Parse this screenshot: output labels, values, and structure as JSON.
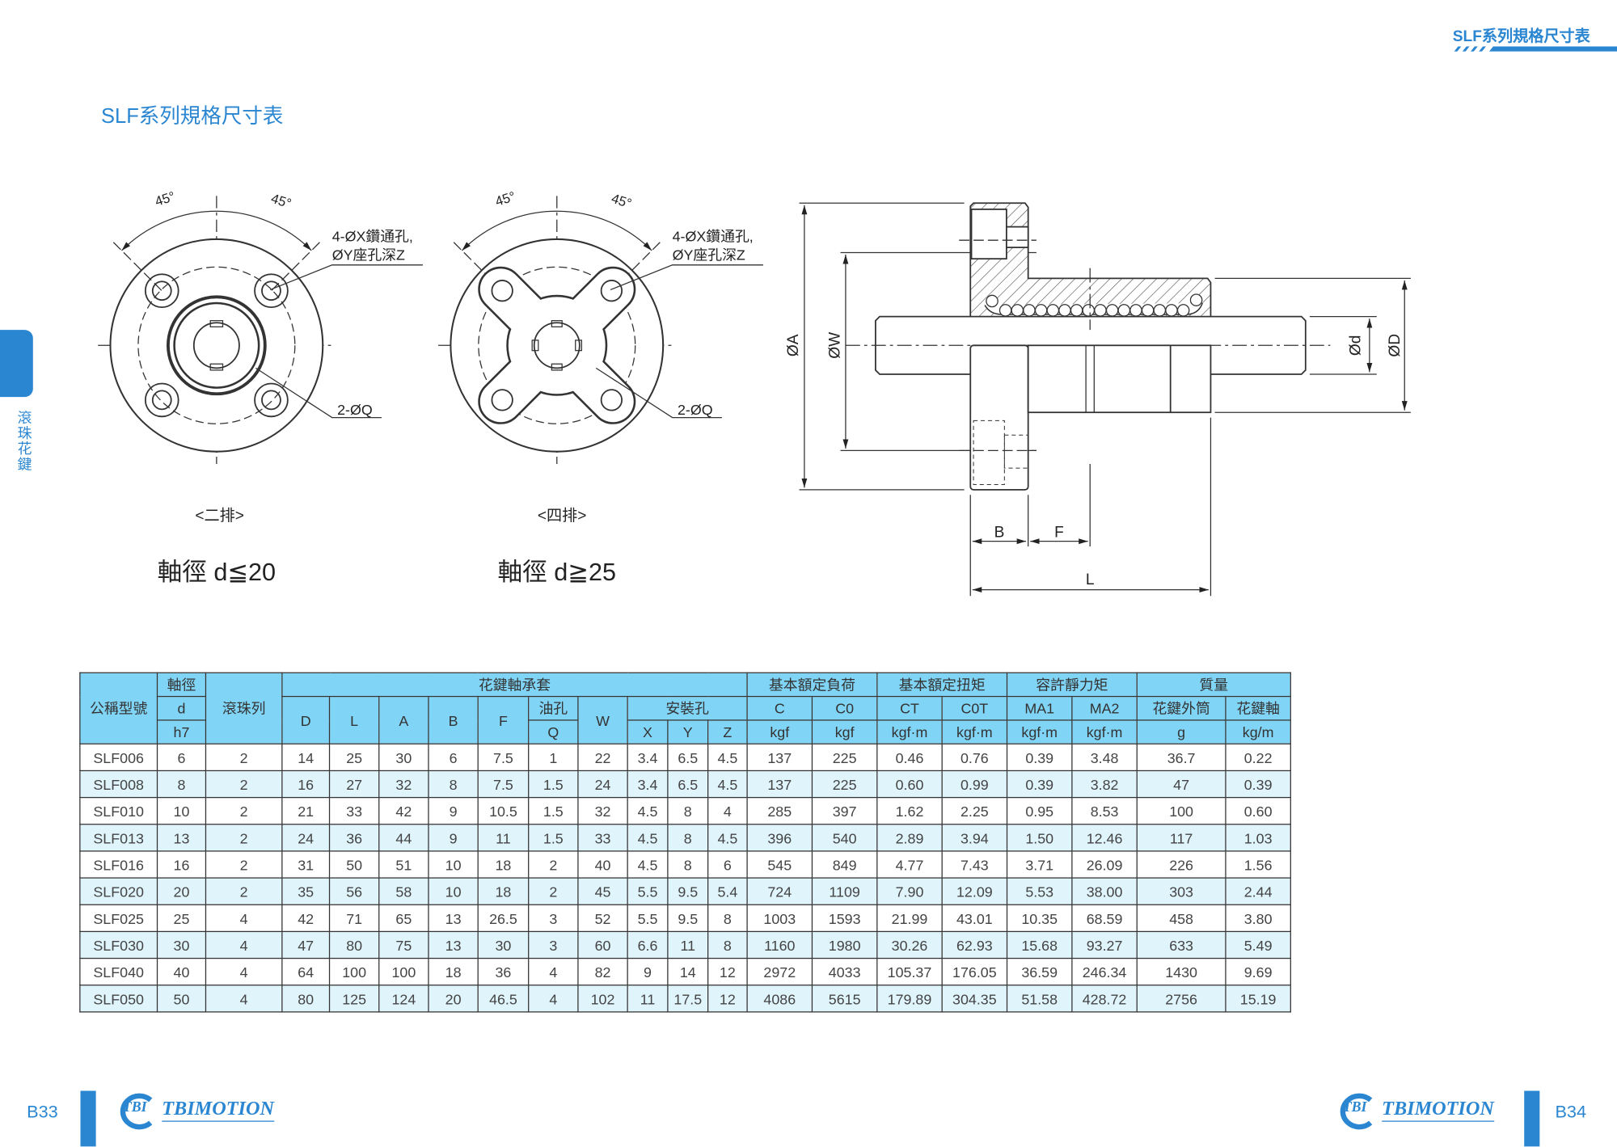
{
  "header": {
    "section_tag": "SLF系列規格尺寸表"
  },
  "title": "SLF系列規格尺寸表",
  "side_tab": {
    "label": "滾珠花鍵"
  },
  "drawings": {
    "two_row": {
      "angle_left": "45°",
      "angle_right": "45°",
      "hole_note_1": "4-ØX鑽通孔,",
      "hole_note_2": "ØY座孔深Z",
      "oil_note": "2-ØQ",
      "caption": "<二排>",
      "shaft_note": "軸徑  d≦20"
    },
    "four_row": {
      "angle_left": "45°",
      "angle_right": "45°",
      "hole_note_1": "4-ØX鑽通孔,",
      "hole_note_2": "ØY座孔深Z",
      "oil_note": "2-ØQ",
      "caption": "<四排>",
      "shaft_note": "軸徑  d≧25"
    },
    "side": {
      "dim_A": "ØA",
      "dim_W": "ØW",
      "dim_d": "Ød",
      "dim_D": "ØD",
      "dim_B": "B",
      "dim_F": "F",
      "dim_L": "L"
    }
  },
  "table": {
    "h": {
      "model": "公稱型號",
      "shaft_dia": "軸徑",
      "d": "d",
      "h7": "h7",
      "ball_rows": "滾珠列",
      "nut": "花鍵軸承套",
      "D": "D",
      "L": "L",
      "A": "A",
      "B": "B",
      "F": "F",
      "oil": "油孔",
      "Q": "Q",
      "W": "W",
      "mount": "安裝孔",
      "X": "X",
      "Y": "Y",
      "Z": "Z",
      "load": "基本額定負荷",
      "C": "C",
      "C0": "C0",
      "torque": "基本額定扭矩",
      "CT": "CT",
      "C0T": "C0T",
      "moment": "容許靜力矩",
      "MA1": "MA1",
      "MA2": "MA2",
      "mass": "質量",
      "outer": "花鍵外筒",
      "shaft": "花鍵軸",
      "kgf": "kgf",
      "kgfm": "kgf·m",
      "g": "g",
      "kgm": "kg/m"
    },
    "rows": [
      [
        "SLF006",
        "6",
        "2",
        "14",
        "25",
        "30",
        "6",
        "7.5",
        "1",
        "22",
        "3.4",
        "6.5",
        "4.5",
        "137",
        "225",
        "0.46",
        "0.76",
        "0.39",
        "3.48",
        "36.7",
        "0.22"
      ],
      [
        "SLF008",
        "8",
        "2",
        "16",
        "27",
        "32",
        "8",
        "7.5",
        "1.5",
        "24",
        "3.4",
        "6.5",
        "4.5",
        "137",
        "225",
        "0.60",
        "0.99",
        "0.39",
        "3.82",
        "47",
        "0.39"
      ],
      [
        "SLF010",
        "10",
        "2",
        "21",
        "33",
        "42",
        "9",
        "10.5",
        "1.5",
        "32",
        "4.5",
        "8",
        "4",
        "285",
        "397",
        "1.62",
        "2.25",
        "0.95",
        "8.53",
        "100",
        "0.60"
      ],
      [
        "SLF013",
        "13",
        "2",
        "24",
        "36",
        "44",
        "9",
        "11",
        "1.5",
        "33",
        "4.5",
        "8",
        "4.5",
        "396",
        "540",
        "2.89",
        "3.94",
        "1.50",
        "12.46",
        "117",
        "1.03"
      ],
      [
        "SLF016",
        "16",
        "2",
        "31",
        "50",
        "51",
        "10",
        "18",
        "2",
        "40",
        "4.5",
        "8",
        "6",
        "545",
        "849",
        "4.77",
        "7.43",
        "3.71",
        "26.09",
        "226",
        "1.56"
      ],
      [
        "SLF020",
        "20",
        "2",
        "35",
        "56",
        "58",
        "10",
        "18",
        "2",
        "45",
        "5.5",
        "9.5",
        "5.4",
        "724",
        "1109",
        "7.90",
        "12.09",
        "5.53",
        "38.00",
        "303",
        "2.44"
      ],
      [
        "SLF025",
        "25",
        "4",
        "42",
        "71",
        "65",
        "13",
        "26.5",
        "3",
        "52",
        "5.5",
        "9.5",
        "8",
        "1003",
        "1593",
        "21.99",
        "43.01",
        "10.35",
        "68.59",
        "458",
        "3.80"
      ],
      [
        "SLF030",
        "30",
        "4",
        "47",
        "80",
        "75",
        "13",
        "30",
        "3",
        "60",
        "6.6",
        "11",
        "8",
        "1160",
        "1980",
        "30.26",
        "62.93",
        "15.68",
        "93.27",
        "633",
        "5.49"
      ],
      [
        "SLF040",
        "40",
        "4",
        "64",
        "100",
        "100",
        "18",
        "36",
        "4",
        "82",
        "9",
        "14",
        "12",
        "2972",
        "4033",
        "105.37",
        "176.05",
        "36.59",
        "246.34",
        "1430",
        "9.69"
      ],
      [
        "SLF050",
        "50",
        "4",
        "80",
        "125",
        "124",
        "20",
        "46.5",
        "4",
        "102",
        "11",
        "17.5",
        "12",
        "4086",
        "5615",
        "179.89",
        "304.35",
        "51.58",
        "428.72",
        "2756",
        "15.19"
      ]
    ]
  },
  "footer": {
    "left_page": "B33",
    "right_page": "B34",
    "logo_mark": "TBI",
    "logo_text": "TBIMOTION"
  },
  "colors": {
    "accent": "#2a86d1",
    "header_bg": "#80d4f6",
    "alt_row": "#e0f4fc"
  }
}
